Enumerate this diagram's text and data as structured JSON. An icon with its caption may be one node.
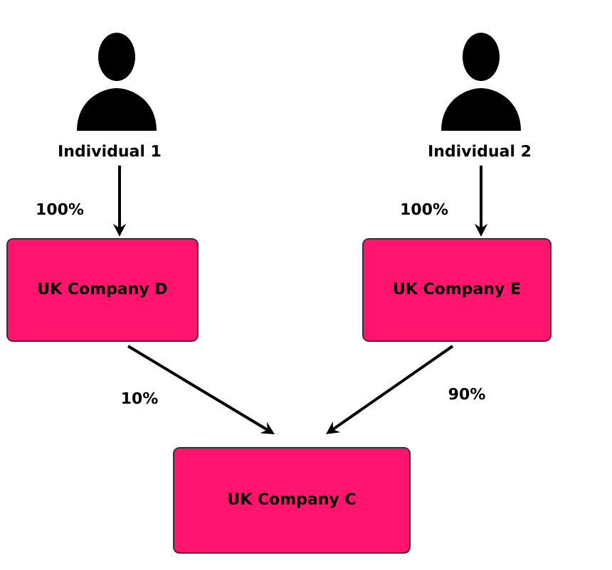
{
  "diagram": {
    "nodes": [
      {
        "text": [
          "Individual 1"
        ]
      },
      {
        "text": [
          "Individual 2"
        ]
      },
      {
        "text": [
          "UK Company D"
        ]
      },
      {
        "text": [
          "UK Company E"
        ]
      },
      {
        "text": [
          "UK Company C"
        ]
      }
    ],
    "edges": [
      {
        "from": 0,
        "to": 2,
        "arrow": "to",
        "label": "100%"
      },
      {
        "from": 1,
        "to": 3,
        "arrow": "to",
        "label": "100%"
      },
      {
        "from": 2,
        "to": 4,
        "arrow": "to",
        "label": "10%"
      },
      {
        "from": 3,
        "to": 4,
        "arrow": "to",
        "label": "90%"
      }
    ]
  }
}
